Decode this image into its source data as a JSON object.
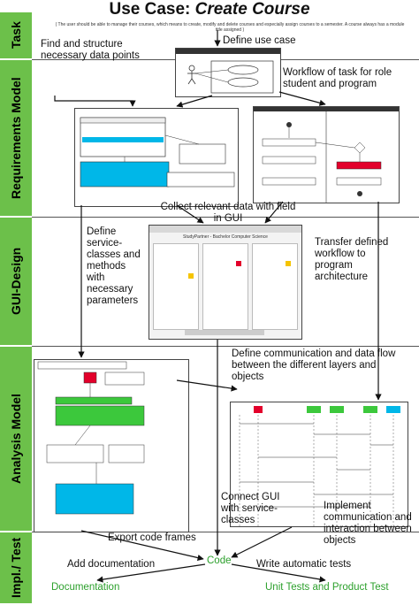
{
  "title": {
    "prefix": "Use Case: ",
    "name": "Create Course"
  },
  "subtitle": "( The user should be able to manage their courses, which means to create, modify and delete courses and especially assign courses to a semester. A course always has a module title assigned )",
  "phases": [
    {
      "id": "task",
      "label": "Task"
    },
    {
      "id": "requirements",
      "label": "Requirements Model"
    },
    {
      "id": "gui",
      "label": "GUI-Design"
    },
    {
      "id": "analysis",
      "label": "Analysis Model"
    },
    {
      "id": "impl",
      "label": "Impl./ Test"
    }
  ],
  "steps": {
    "find_data_points": "Find and structure necessary data points",
    "define_use_case": "Define use case",
    "workflow": "Workflow of task for role student and program",
    "collect_data": "Collect relevant data with field in GUI",
    "define_service_classes": "Define service-classes and methods with necessary parameters",
    "transfer_workflow": "Transfer defined workflow to program architecture",
    "define_communication": "Define communication and data flow between the different layers and objects",
    "connect_gui": "Connect GUI with service-classes",
    "implement_communication": "Implement communication and interaction between objects",
    "export_code": "Export code frames",
    "add_documentation": "Add documentation",
    "write_tests": "Write automatic tests"
  },
  "outputs": {
    "code": "Code",
    "documentation": "Documentation",
    "unit_tests": "Unit Tests and Product Test"
  },
  "thumbnails": {
    "gui_window_title": "StudyPartner - Bachelor Computer Science"
  },
  "colors": {
    "phase_band": "#6cc04a",
    "output_text": "#2ca02c",
    "uml_highlight": "#00b7e8",
    "uml_green": "#3cc83c",
    "uml_red": "#e3002b"
  }
}
